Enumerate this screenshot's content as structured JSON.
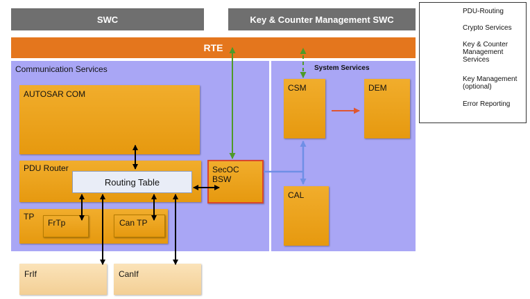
{
  "top": {
    "swc": "SWC",
    "key_counter_swc": "Key & Counter Management SWC",
    "rte": "RTE"
  },
  "comm": {
    "title": "Communication Services",
    "autosar_com": "AUTOSAR COM",
    "pdu_router": "PDU Router",
    "routing_table": "Routing Table",
    "tp": "TP",
    "frtp": "FrTp",
    "cantp": "Can TP",
    "frif": "FrIf",
    "canif": "CanIf"
  },
  "secoc": {
    "line1": "SecOC",
    "line2": "BSW"
  },
  "system": {
    "title": "System Services",
    "csm": "CSM",
    "dem": "DEM",
    "cal": "CAL"
  },
  "legend": [
    {
      "label": "PDU-Routing",
      "color": "#000000",
      "style": "solid"
    },
    {
      "label": "Crypto Services",
      "color": "#6f8fe6",
      "style": "solid"
    },
    {
      "label": "Key & Counter Management Services",
      "color": "#4e9a28",
      "style": "solid"
    },
    {
      "label": "Key Management (optional)",
      "color": "#4e9a28",
      "style": "dashed"
    },
    {
      "label": "Error Reporting",
      "color": "#e0552f",
      "style": "solid"
    }
  ]
}
